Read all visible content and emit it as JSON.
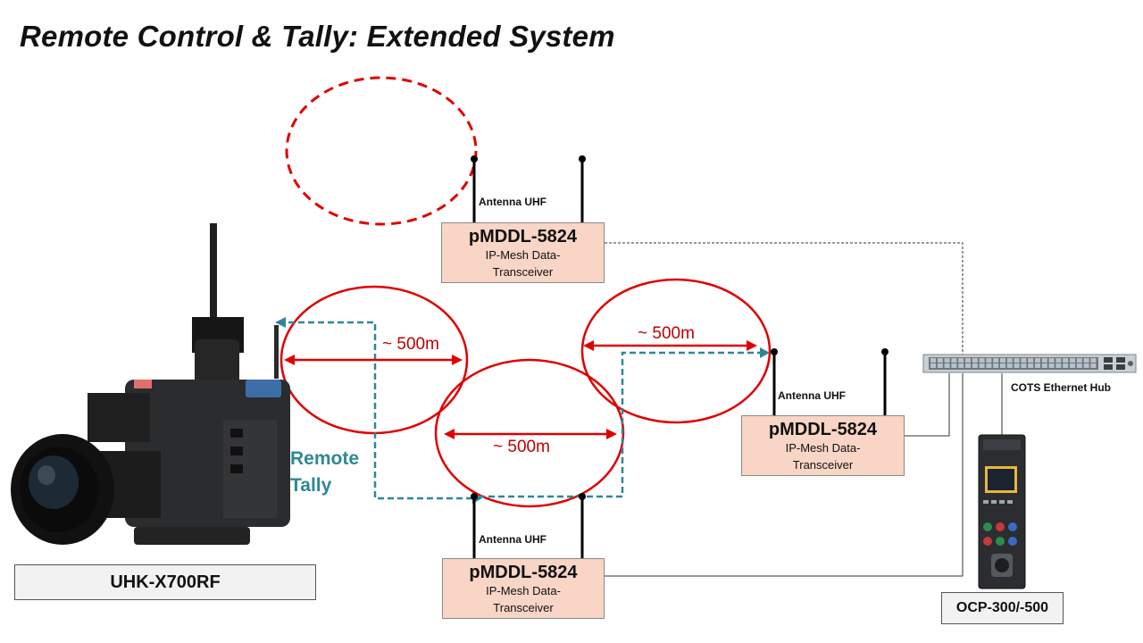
{
  "title": "Remote Control & Tally: Extended System",
  "transceivers": [
    {
      "name": "pMDDL-5824",
      "description": "IP-Mesh Data-Transceiver"
    },
    {
      "name": "pMDDL-5824",
      "description": "IP-Mesh Data-Transceiver"
    },
    {
      "name": "pMDDL-5824",
      "description": "IP-Mesh Data-Transceiver"
    }
  ],
  "antenna_label": "Antenna UHF",
  "distance_label": "~ 500m",
  "remote_tally_label": "Remote Tally",
  "hub_label": "COTS Ethernet Hub",
  "camera_label": "UHK-X700RF",
  "control_panel_label": "OCP-300/-500",
  "colors": {
    "range_circle": "#e00000",
    "box_fill": "#f8d5c4",
    "tally_path": "#2e8797",
    "distance_text": "#c00000"
  }
}
